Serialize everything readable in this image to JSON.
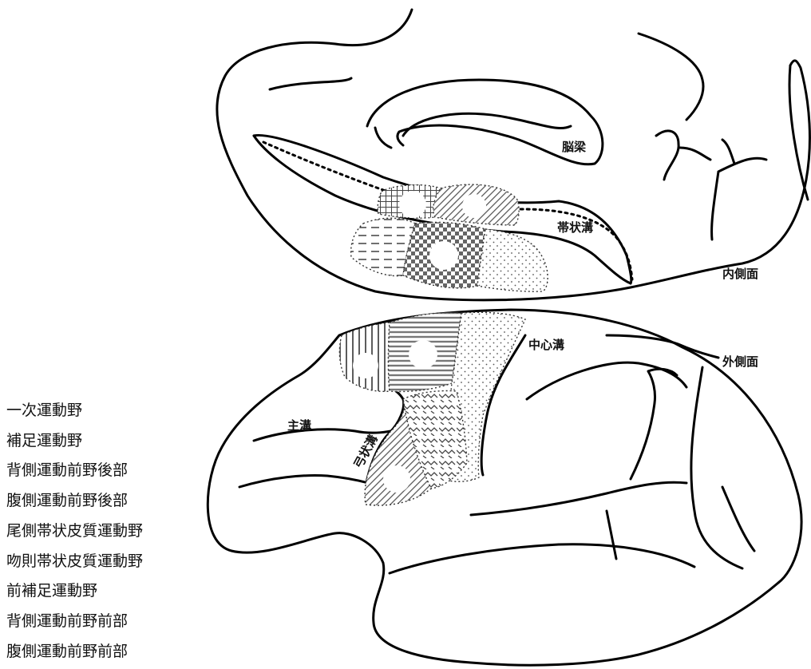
{
  "labels": {
    "corpus_callosum": "脳梁",
    "cingulate_sulcus": "帯状溝",
    "medial_surface": "内側面",
    "central_sulcus": "中心溝",
    "lateral_surface": "外側面",
    "principal_sulcus": "主溝",
    "arcuate_sulcus": "弓状溝"
  },
  "legend": [
    "一次運動野",
    "補足運動野",
    "背側運動前野後部",
    "腹側運動前野後部",
    "尾側帯状皮質運動野",
    "吻則帯状皮質運動野",
    "前補足運動野",
    "背側運動前野前部",
    "腹側運動前野前部"
  ]
}
